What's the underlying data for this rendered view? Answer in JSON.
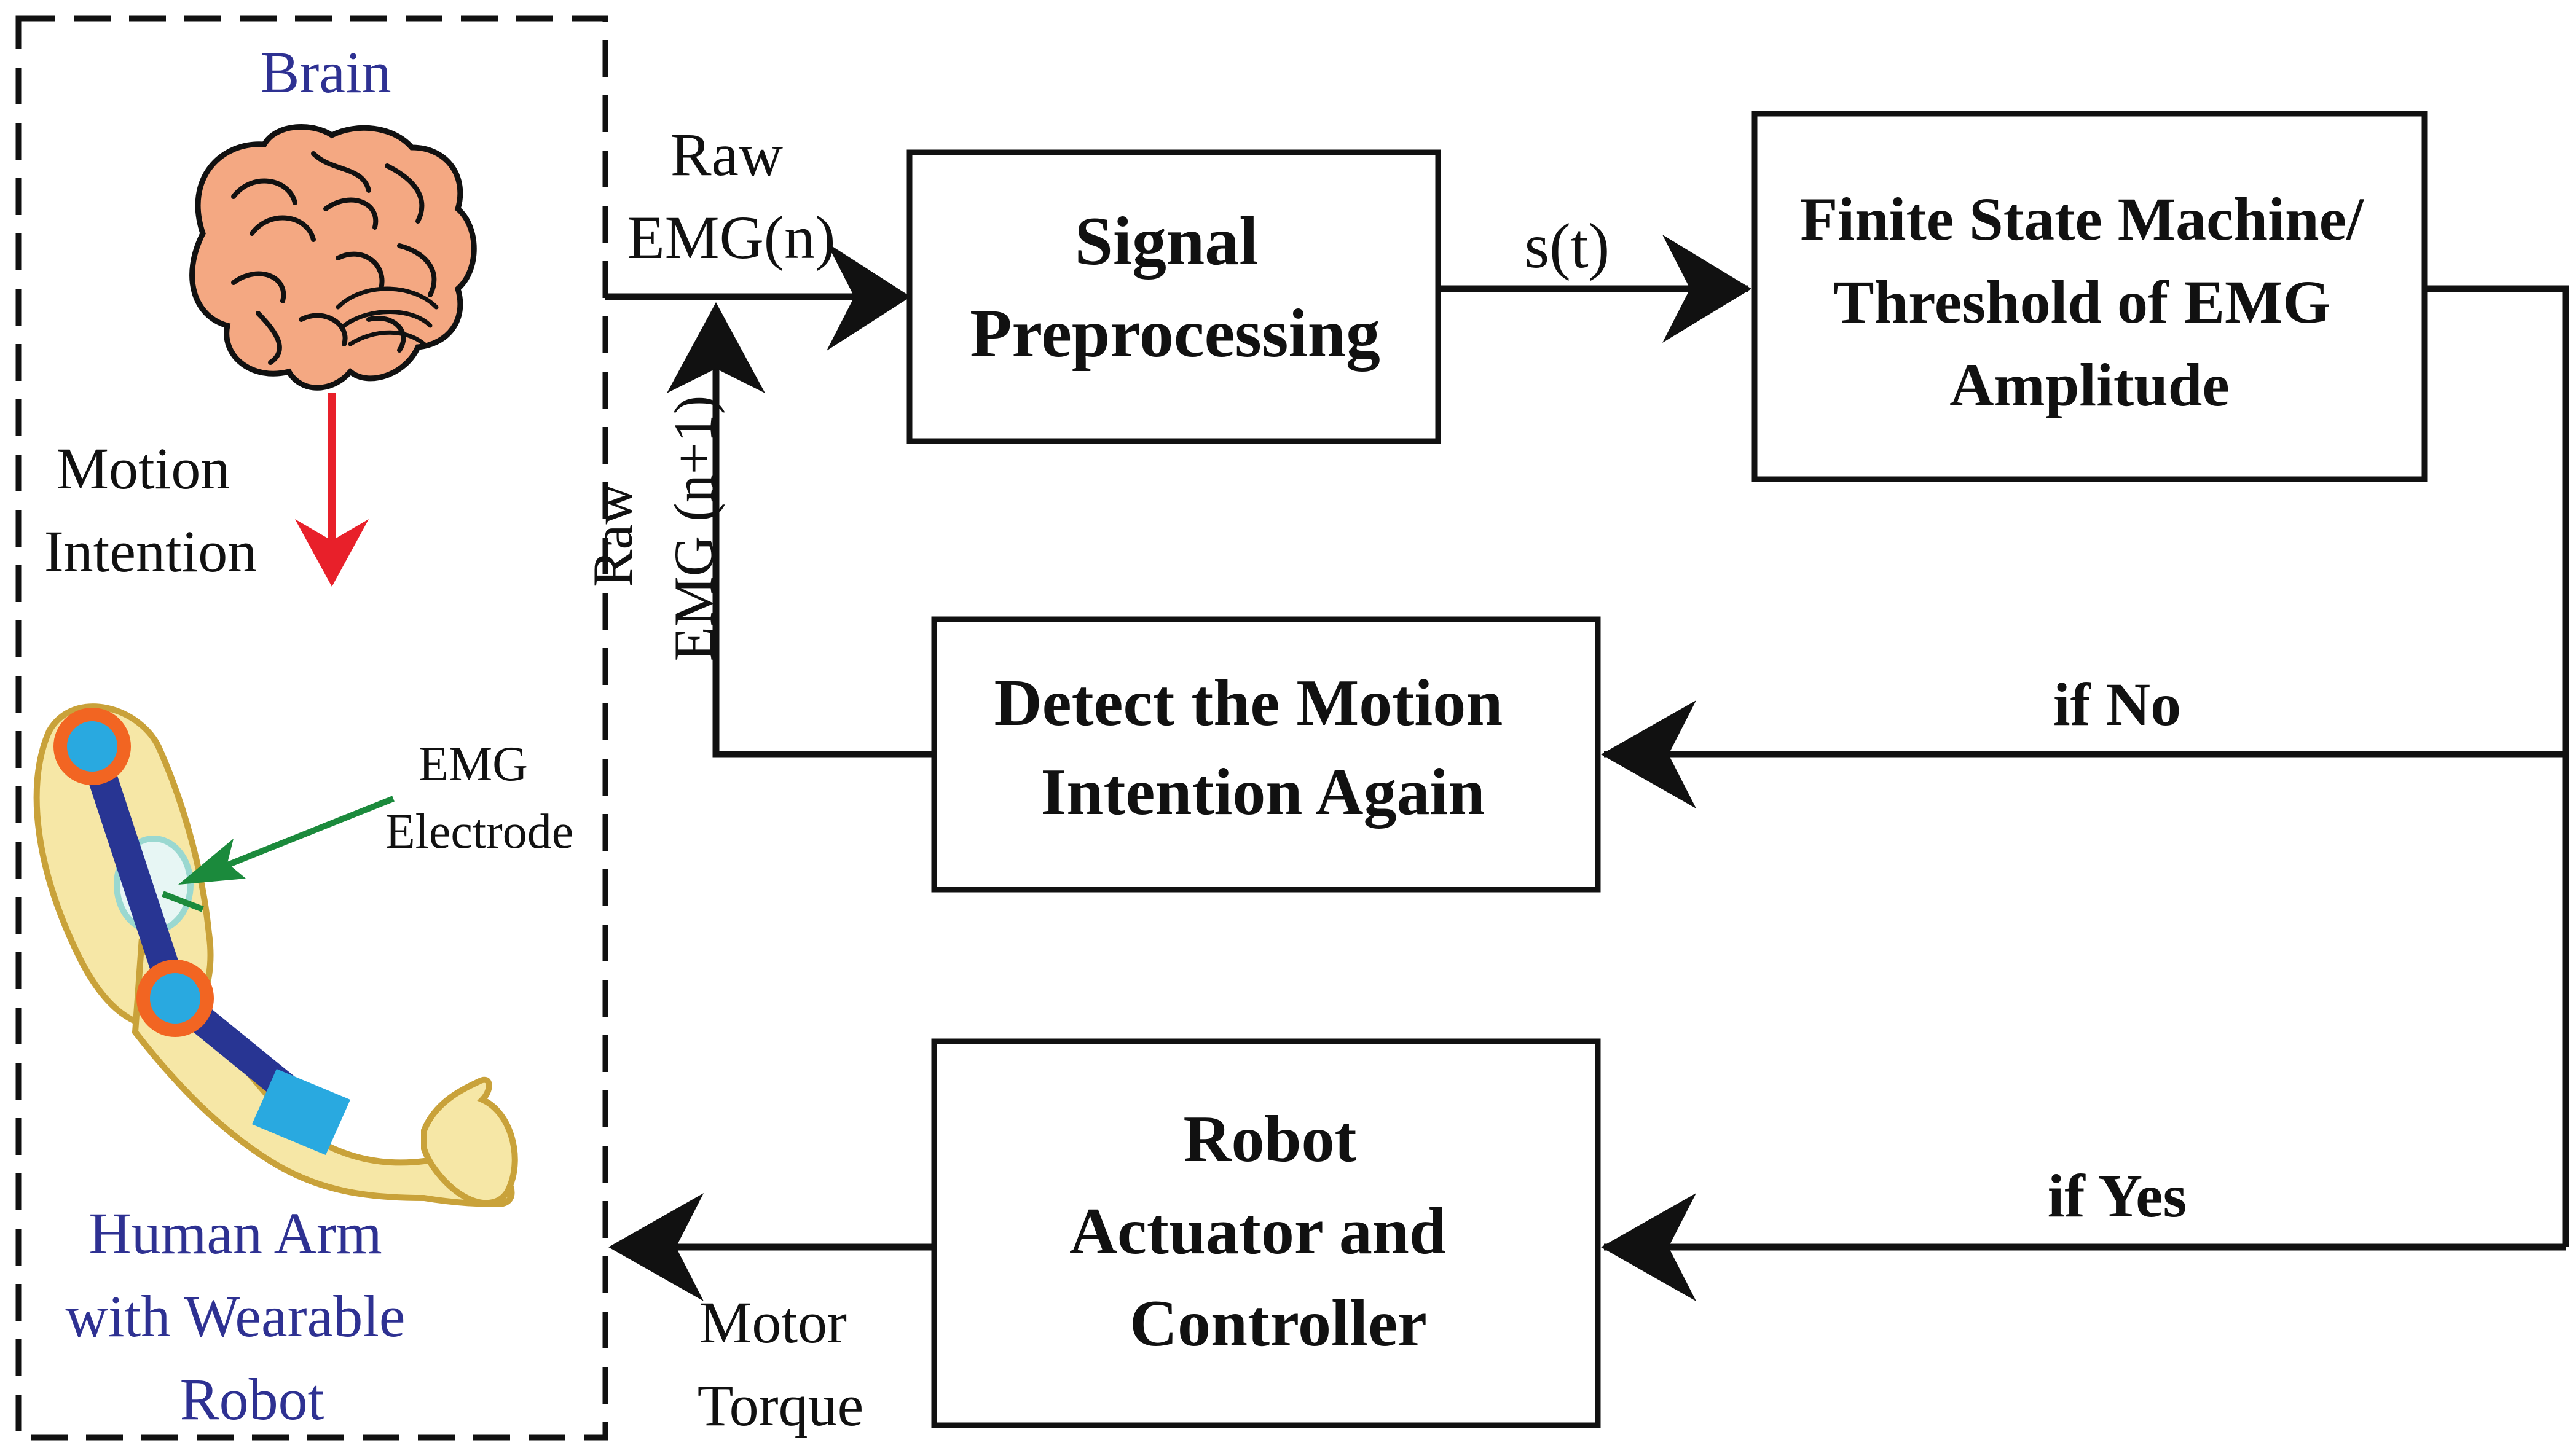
{
  "left_panel": {
    "brain_label": "Brain",
    "motion_intention_lines": [
      "Motion",
      "Intention"
    ],
    "emg_electrode_lines": [
      "EMG",
      "Electrode"
    ],
    "human_arm_lines": [
      "Human Arm",
      "with Wearable",
      "Robot"
    ]
  },
  "blocks": {
    "signal_preprocessing": [
      "Signal",
      "Preprocessing"
    ],
    "finite_state_machine": [
      "Finite State Machine/",
      "Threshold of EMG",
      "Amplitude"
    ],
    "detect_motion": [
      "Detect the Motion",
      "Intention Again"
    ],
    "robot_actuator": [
      "Robot",
      "Actuator and",
      "Controller"
    ]
  },
  "edge_labels": {
    "raw_emg_n": [
      "Raw",
      "EMG(n)"
    ],
    "s_t": "s(t)",
    "raw_emg_n1": [
      "Raw",
      "EMG (n+1)"
    ],
    "if_no": "if No",
    "if_yes": "if Yes",
    "motor_torque": [
      "Motor",
      "Torque"
    ]
  },
  "colors": {
    "label_blue": "#2e3192",
    "arrow_red": "#e8202a",
    "electrode_green": "#1b8a3c",
    "brain_fill": "#f4a882",
    "arm_fill": "#f6e7a6",
    "arm_outline": "#c9a23a",
    "link_navy": "#283593",
    "joint_orange": "#f26522",
    "joint_cyan": "#29a9e0"
  },
  "icons": [
    "brain-icon",
    "human-arm-robot-icon"
  ]
}
